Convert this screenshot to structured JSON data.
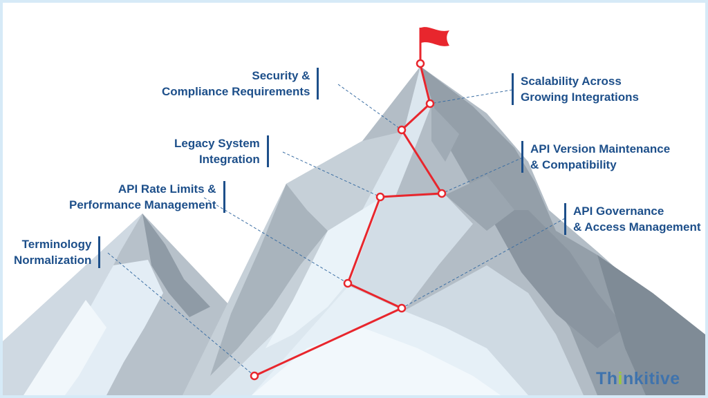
{
  "labels": {
    "security": {
      "line1": "Security &",
      "line2": "Compliance Requirements"
    },
    "scalability": {
      "line1": "Scalability Across",
      "line2": "Growing Integrations"
    },
    "legacy": {
      "line1": "Legacy System",
      "line2": "Integration"
    },
    "api_version": {
      "line1": "API Version Maintenance",
      "line2": "& Compatibility"
    },
    "rate_limits": {
      "line1": "API Rate Limits &",
      "line2": "Performance Management"
    },
    "governance": {
      "line1": "API Governance",
      "line2": "& Access Management"
    },
    "terminology": {
      "line1": "Terminology",
      "line2": "Normalization"
    }
  },
  "logo": {
    "prefix": "Th",
    "accent": "i",
    "suffix": "nkitive"
  },
  "colors": {
    "label_text": "#1d4f8a",
    "path": "#e8262d",
    "flag": "#e8262d",
    "leader_line": "#3b6ea3",
    "mountain_dark": "#8e9aa5",
    "mountain_mid": "#b3bdc6",
    "mountain_light": "#d6e1ea",
    "snow": "#e8f2f9",
    "frame": "#d6eaf7"
  }
}
